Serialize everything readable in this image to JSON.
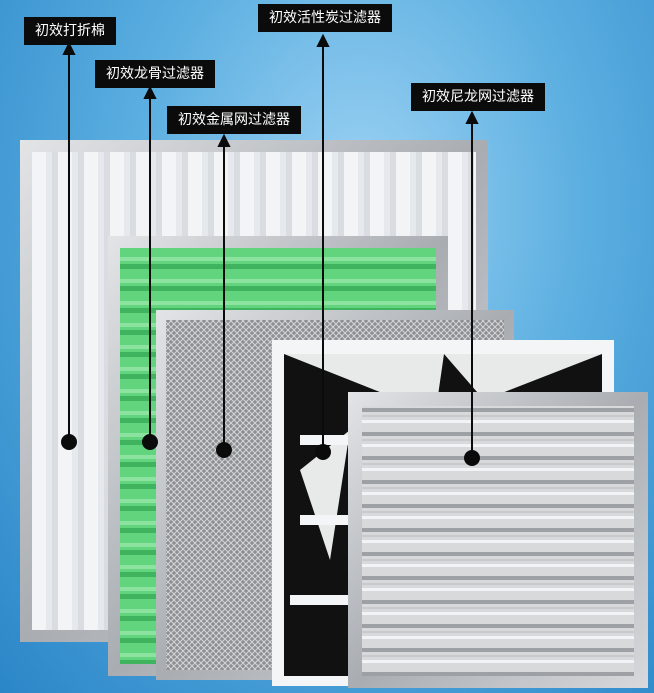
{
  "labels": {
    "pleated_cotton": "初效打折棉",
    "nylon_keel": "初效龙骨过滤器",
    "metal_mesh": "初效金属网过滤器",
    "activated_carbon": "初效活性炭过滤器",
    "nylon_mesh": "初效尼龙网过滤器"
  },
  "colors": {
    "background": "#4fa6dc",
    "frame": "#c9cbce",
    "green_media": "#5fd27a",
    "carbon_media": "#111111",
    "label_bg": "#0b0b0b"
  }
}
